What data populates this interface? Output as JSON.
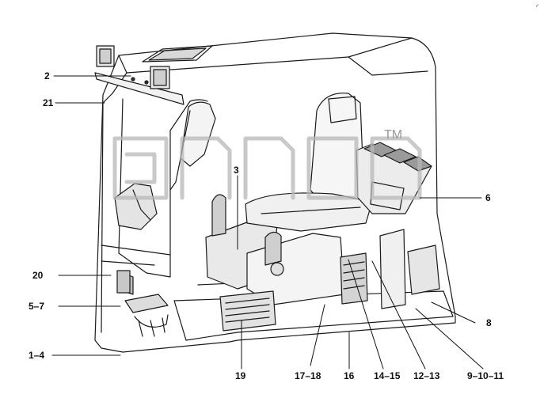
{
  "labels": {
    "l1": "2",
    "l2": "21",
    "l3": "3",
    "l4": "6",
    "l5": "20",
    "l6": "5–7",
    "l7": "1–4",
    "l8": "8",
    "l9": "19",
    "l10": "17–18",
    "l11": "16",
    "l12": "14–15",
    "l13": "12–13",
    "l14": "9–10–11"
  },
  "watermark": {
    "trademark": "TM"
  },
  "corner_mark": "✓"
}
